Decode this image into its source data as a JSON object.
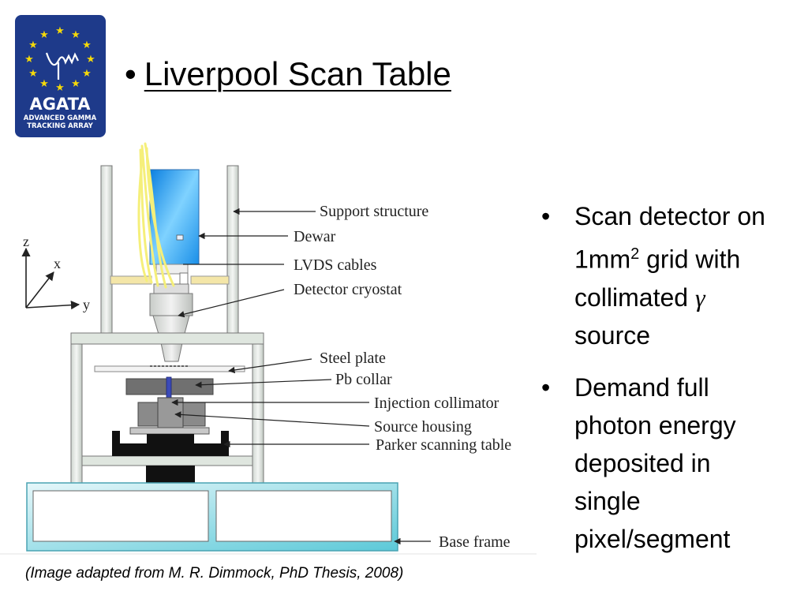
{
  "logo": {
    "name": "AGATA",
    "subtitle_line1": "ADVANCED GAMMA",
    "subtitle_line2": "TRACKING ARRAY",
    "bg_color": "#1e3a8a",
    "star_color": "#f5d90a"
  },
  "title": {
    "bullet": "•",
    "text": "Liverpool Scan Table"
  },
  "diagram": {
    "axes": {
      "z": "z",
      "x": "x",
      "y": "y"
    },
    "labels": {
      "support": "Support structure",
      "dewar": "Dewar",
      "lvds": "LVDS cables",
      "cryostat": "Detector cryostat",
      "steel": "Steel plate",
      "pb": "Pb collar",
      "injection": "Injection collimator",
      "source": "Source housing",
      "parker": "Parker scanning table",
      "base": "Base frame"
    }
  },
  "bullets": {
    "b1": {
      "dot": "•",
      "line1": "Scan detector on",
      "line2a": "1mm",
      "sup": "2",
      "line2b": " grid with",
      "line3a": "collimated ",
      "gamma": "γ",
      "line4": "source"
    },
    "b2": {
      "dot": "•",
      "line1": "Demand full",
      "line2": "photon energy",
      "line3": "deposited in",
      "line4": "single",
      "line5": "pixel/segment"
    }
  },
  "caption": "(Image adapted from M. R. Dimmock, PhD Thesis, 2008)"
}
